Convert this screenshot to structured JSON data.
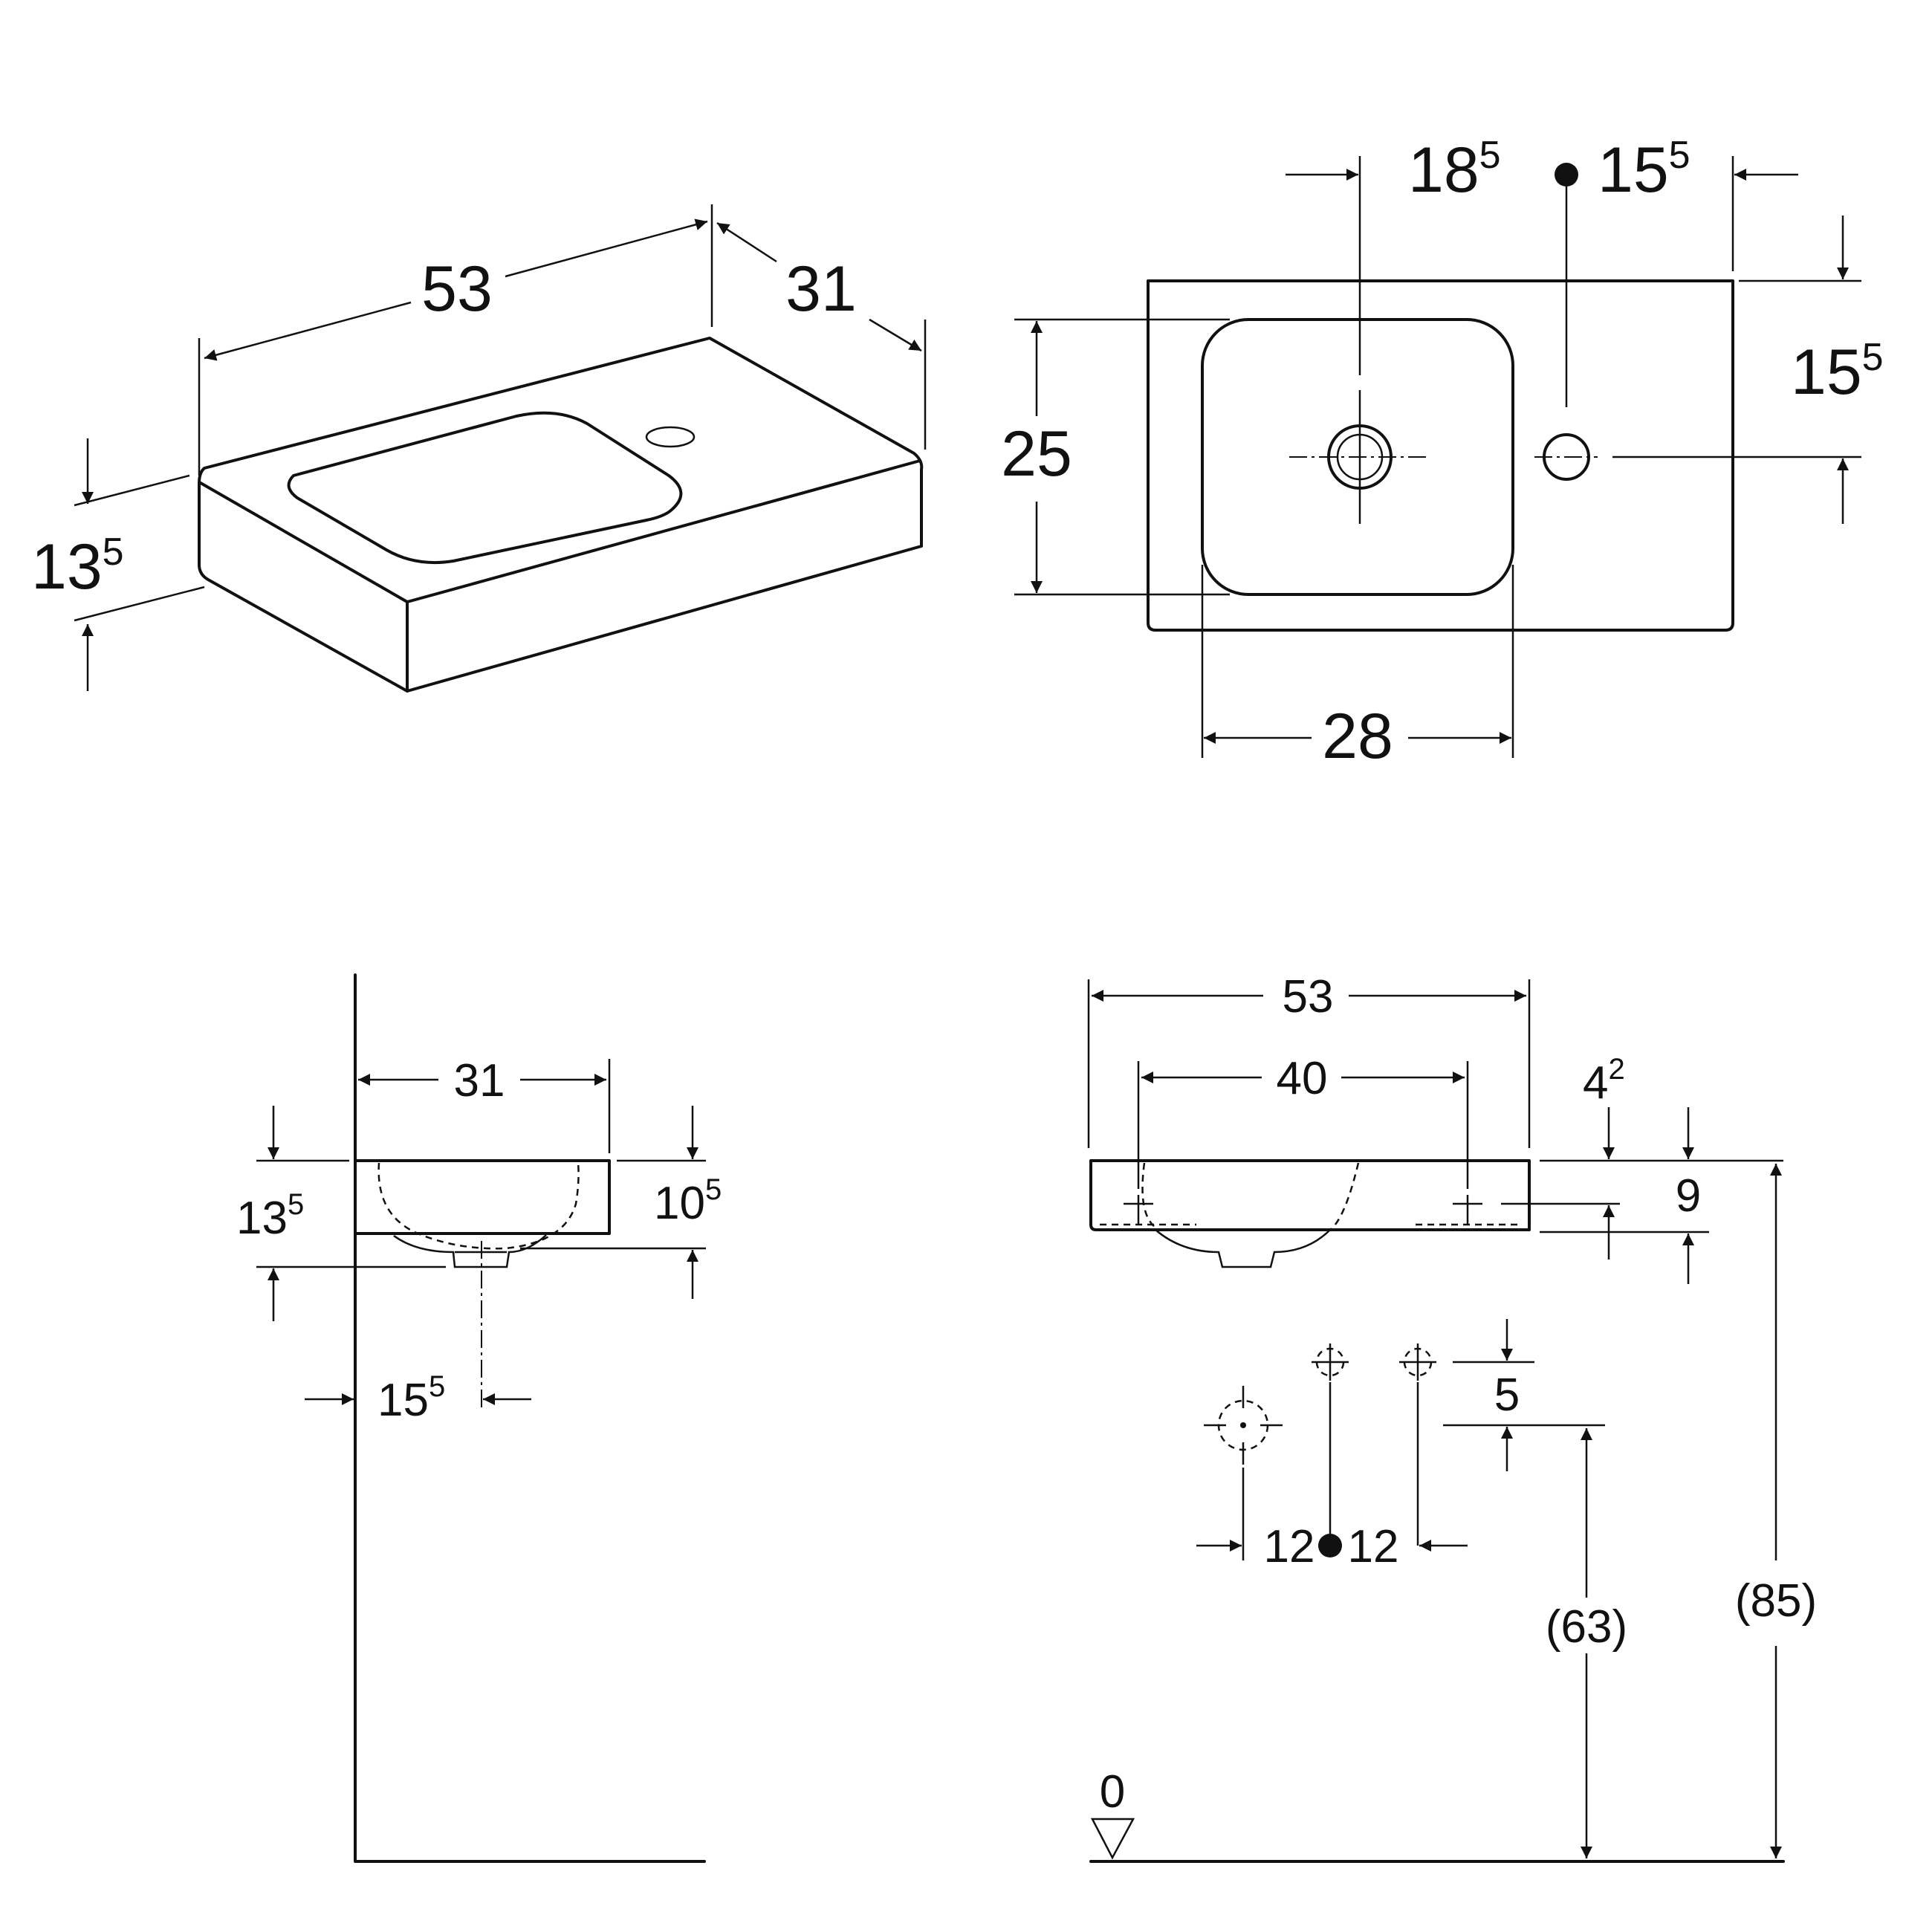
{
  "views": {
    "isometric": {
      "width": "53",
      "depth": "31",
      "height_main": "13",
      "height_sup": "5"
    },
    "top": {
      "tap_left_main": "18",
      "tap_left_sup": "5",
      "tap_right_main": "15",
      "tap_right_sup": "5",
      "tap_from_back_main": "15",
      "tap_from_back_sup": "5",
      "bowl_depth": "25",
      "bowl_width": "28"
    },
    "side": {
      "depth": "31",
      "height_main": "13",
      "height_sup": "5",
      "inner_height_main": "10",
      "inner_height_sup": "5",
      "drain_offset_main": "15",
      "drain_offset_sup": "5"
    },
    "front": {
      "width": "53",
      "fixing_distance": "40",
      "rim_main": "4",
      "rim_sup": "2",
      "fixing_height": "9",
      "connection_offset": "5",
      "spacing_left": "12",
      "spacing_right": "12",
      "height_total": "(85)",
      "height_connection": "(63)",
      "floor_level": "0"
    }
  }
}
